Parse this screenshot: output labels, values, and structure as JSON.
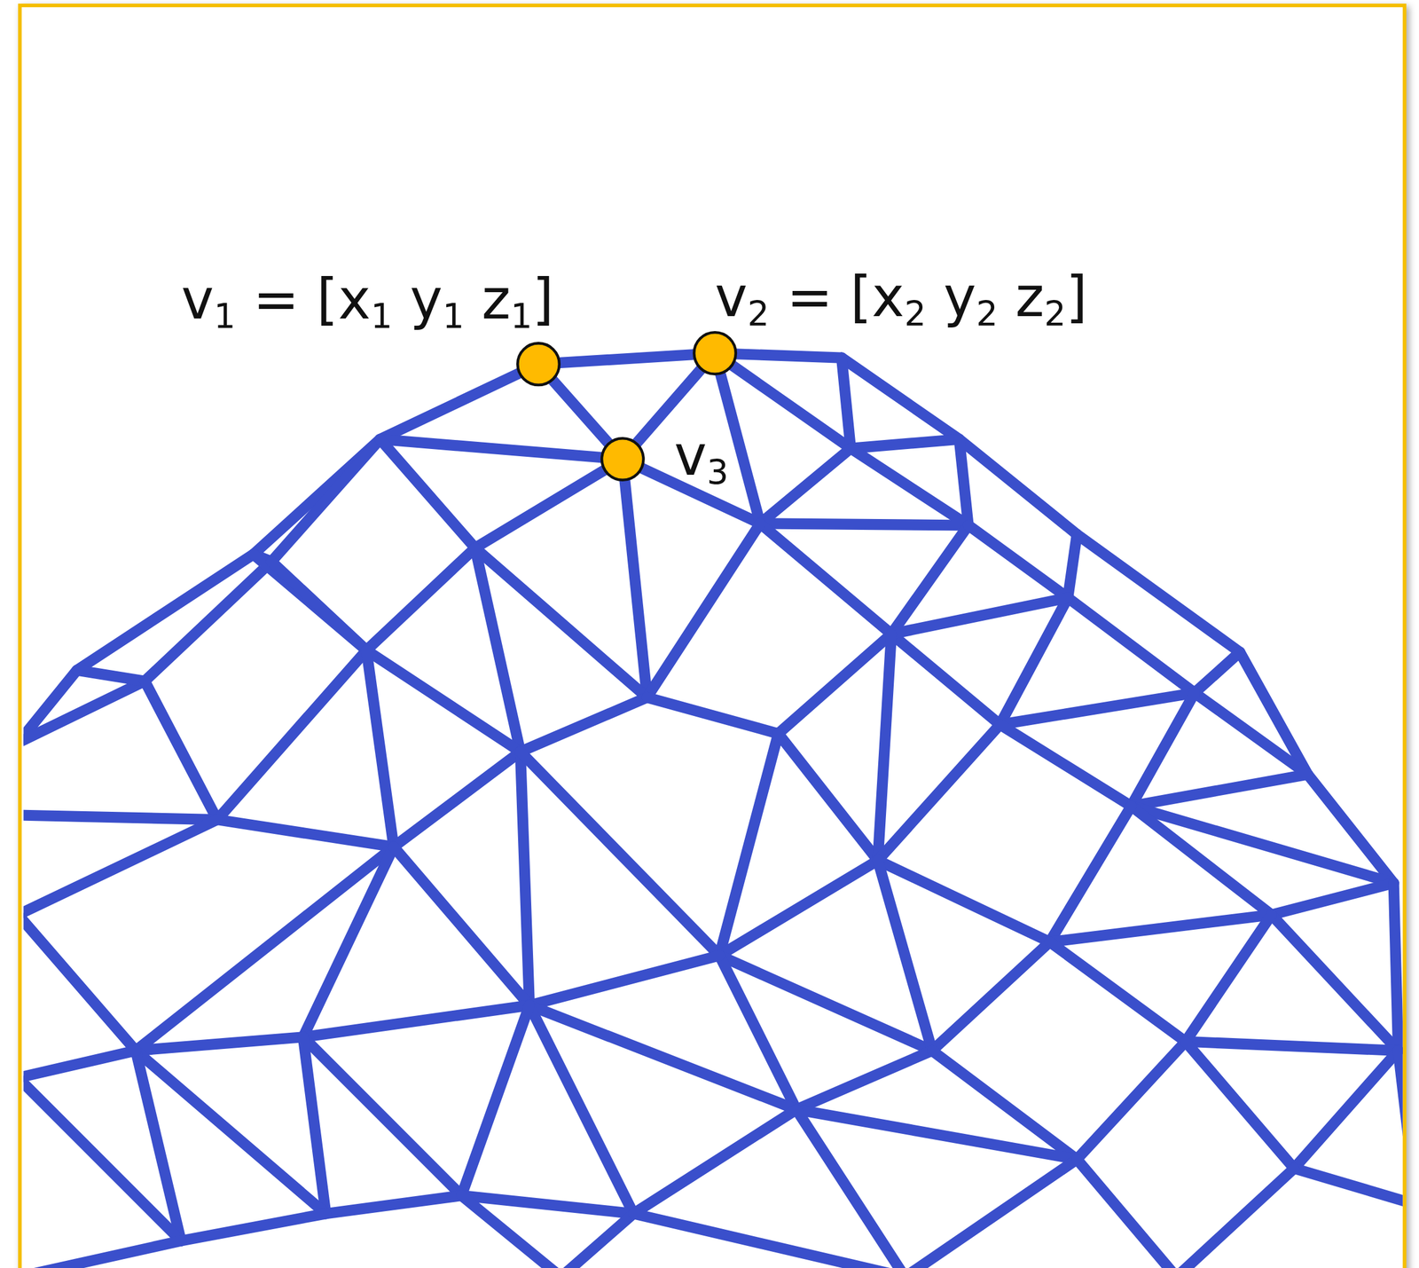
{
  "diagram": {
    "labels": [
      "v1 = [x1 y1 z1]",
      "v2 = [x2 y2 z2]",
      "v3"
    ]
  }
}
